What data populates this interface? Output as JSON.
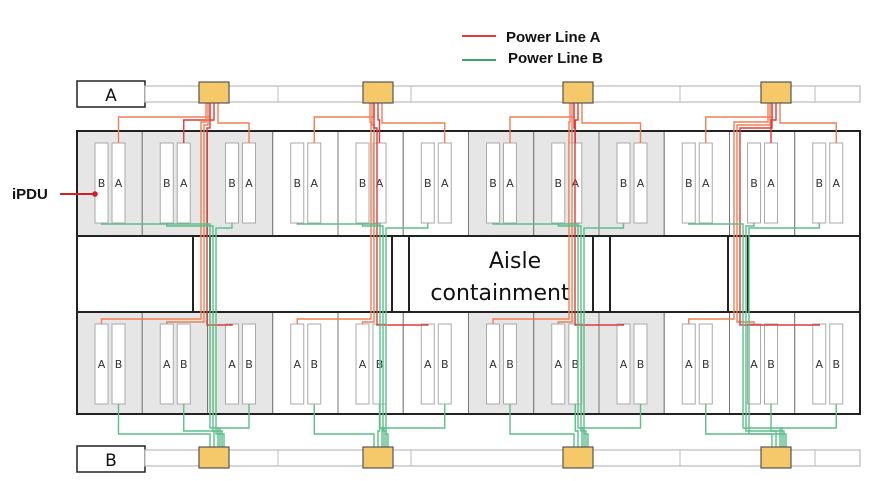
{
  "legend": [
    {
      "label": "Power Line A",
      "color": "#e03a3a"
    },
    {
      "label": "Power Line B",
      "color": "#3aa36a"
    }
  ],
  "colors": {
    "line_a": "#e03a3a",
    "line_a_alt": "#ef7f55",
    "line_b": "#5cbf8a",
    "tap_box": "#f5c96a",
    "rack_shaded": "#e6e6e6",
    "rack_plain": "#ffffff"
  },
  "callout": {
    "label": "iPDU"
  },
  "busways": [
    {
      "id": "A",
      "label": "A"
    },
    {
      "id": "B",
      "label": "B"
    }
  ],
  "aisle": {
    "label_line1": "Aisle",
    "label_line2": "containment"
  },
  "top_row": {
    "pdu_order": [
      "B",
      "A"
    ],
    "shaded": [
      true,
      true,
      true,
      false,
      false,
      false,
      true,
      true,
      true,
      false,
      false,
      false
    ]
  },
  "bottom_row": {
    "pdu_order": [
      "A",
      "B"
    ],
    "shaded": [
      true,
      true,
      true,
      false,
      false,
      false,
      true,
      true,
      true,
      false,
      false,
      false
    ]
  },
  "tap_boxes_per_busway": 4,
  "racks_per_row": 12
}
